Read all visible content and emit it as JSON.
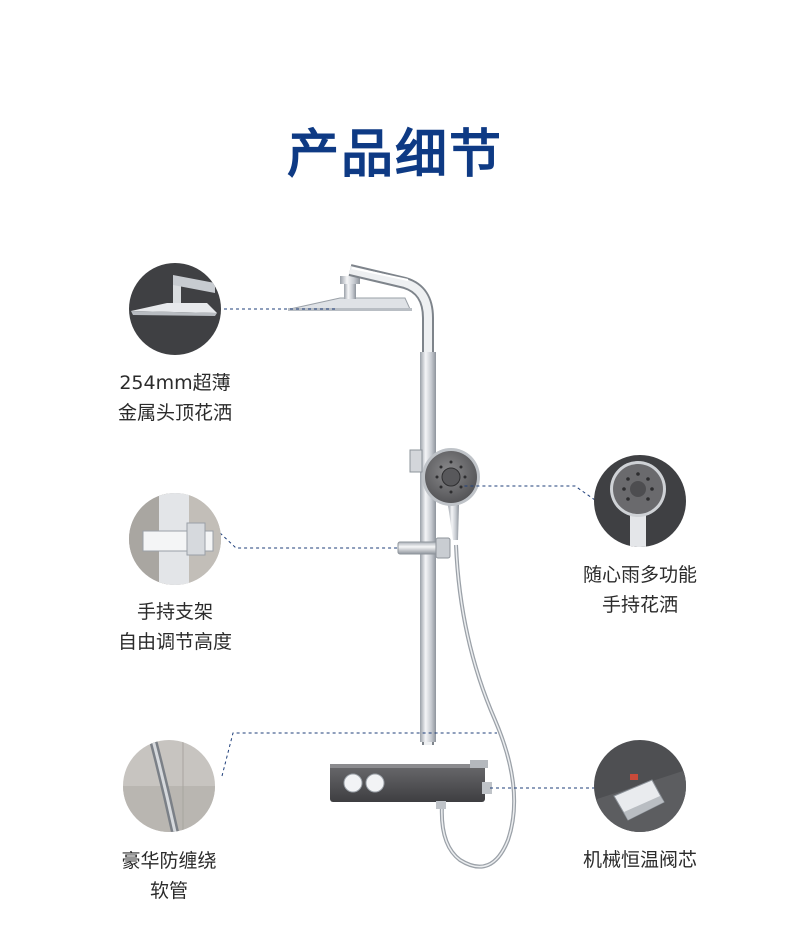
{
  "title": "产品细节",
  "colors": {
    "title": "#0e3a84",
    "leader_line": "#1f3f7a",
    "chrome": "#c9ccd1",
    "dark_panel": "#4a4a4c"
  },
  "callouts": [
    {
      "id": "head",
      "line1": "254mm超薄",
      "line2": "金属头顶花洒",
      "icon": "rain-shower-head-closeup"
    },
    {
      "id": "bracket",
      "line1": "手持支架",
      "line2": "自由调节高度",
      "icon": "bracket-closeup"
    },
    {
      "id": "hose",
      "line1": "豪华防缠绕",
      "line2": "软管",
      "icon": "hose-closeup"
    },
    {
      "id": "handheld",
      "line1": "随心雨多功能",
      "line2": "手持花洒",
      "icon": "hand-shower-closeup"
    },
    {
      "id": "valve",
      "line1": "机械恒温阀芯",
      "line2": "",
      "icon": "thermostatic-valve-closeup"
    }
  ]
}
